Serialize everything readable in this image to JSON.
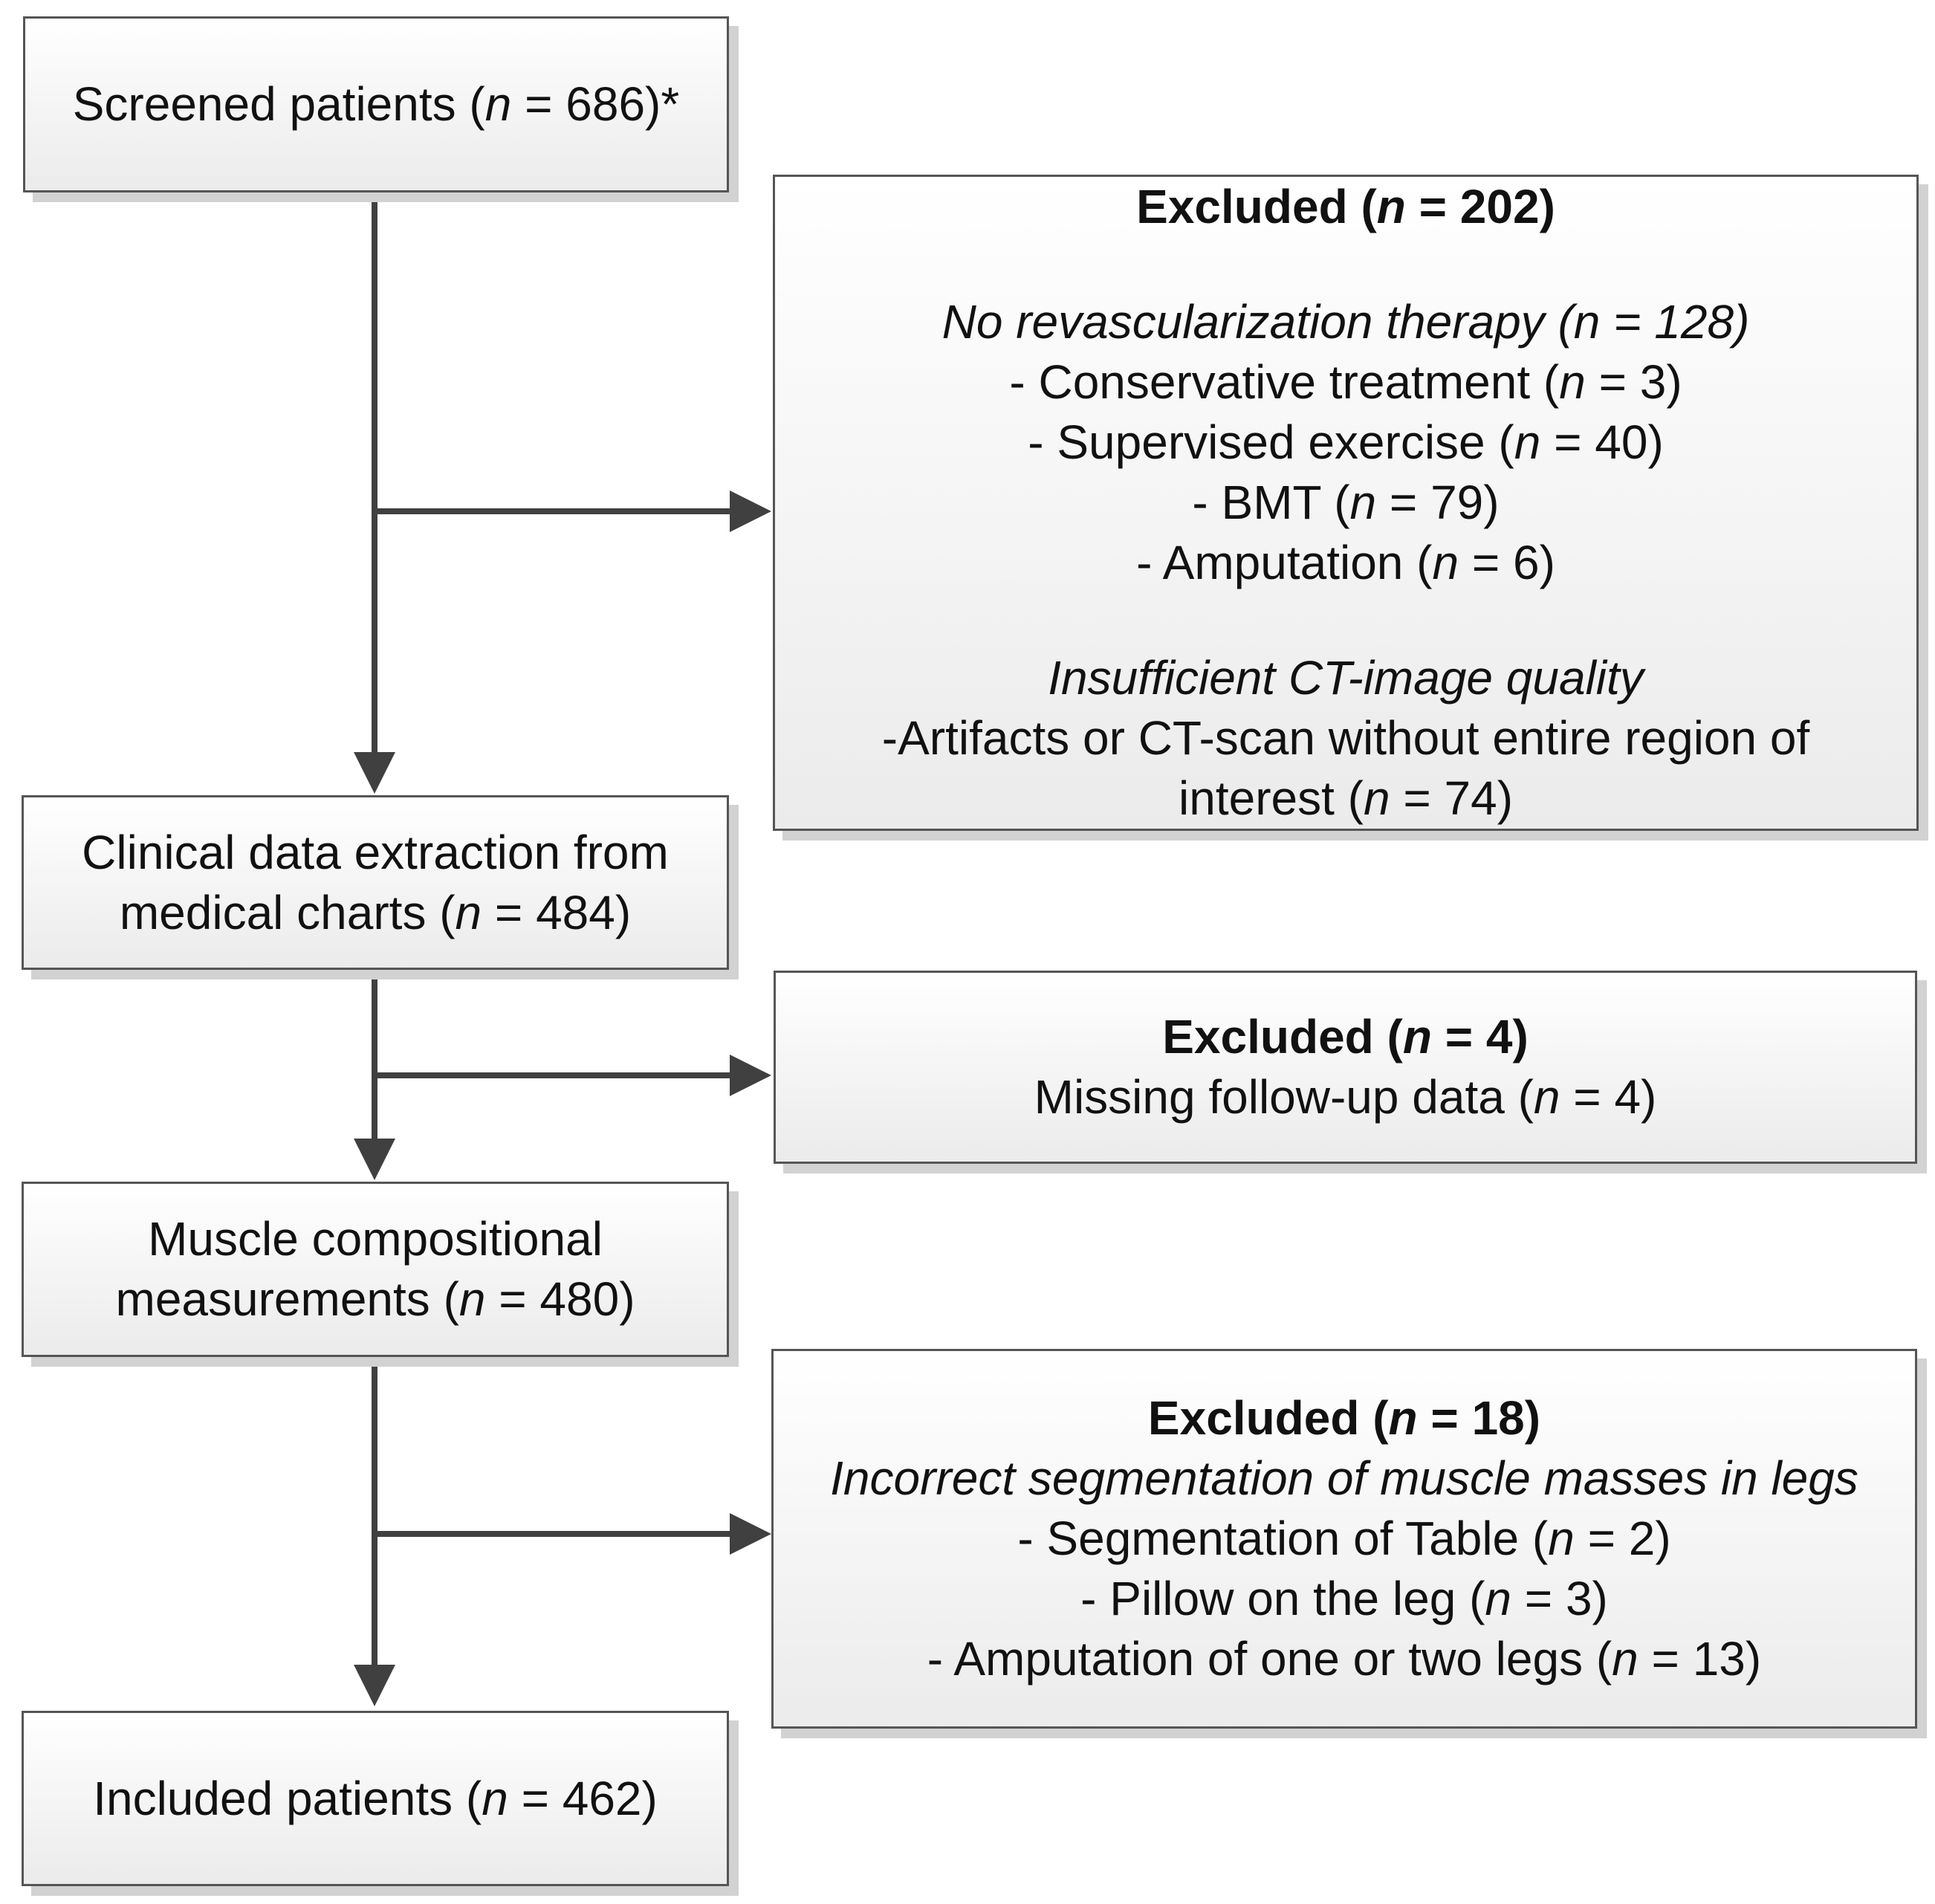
{
  "flow": {
    "screened": {
      "prefix": "Screened patients  (",
      "n_var": "n",
      "suffix": " = 686)*"
    },
    "clinical": {
      "line1": "Clinical data extraction from",
      "line2_prefix": "medical charts (",
      "n_var": "n",
      "line2_suffix": " = 484)"
    },
    "muscle": {
      "line1": "Muscle compositional",
      "line2_prefix": "measurements (",
      "n_var": "n",
      "line2_suffix": " = 480)"
    },
    "included": {
      "prefix": "Included patients (",
      "n_var": "n",
      "suffix": " = 462)"
    }
  },
  "excluded1": {
    "title": {
      "prefix": "Excluded (",
      "n_var": "n",
      "suffix": " = 202)"
    },
    "group1_heading": "No revascularization therapy (n = 128)",
    "items1": [
      {
        "prefix": "- Conservative treatment (",
        "n_var": "n",
        "suffix": " = 3)"
      },
      {
        "prefix": "- Supervised exercise (",
        "n_var": "n",
        "suffix": " = 40)"
      },
      {
        "prefix": "- BMT (",
        "n_var": "n",
        "suffix": " = 79)"
      },
      {
        "prefix": "- Amputation (",
        "n_var": "n",
        "suffix": " = 6)"
      }
    ],
    "group2_heading": "Insufficient CT-image quality",
    "group2_line1": "-Artifacts or CT-scan without entire region of",
    "group2_line2": {
      "prefix": "interest (",
      "n_var": "n",
      "suffix": " = 74)"
    }
  },
  "excluded2": {
    "title": {
      "prefix": "Excluded (",
      "n_var": "n",
      "suffix": " = 4)"
    },
    "reason": {
      "prefix": "Missing follow-up data (",
      "n_var": "n",
      "suffix": " = 4)"
    }
  },
  "excluded3": {
    "title": {
      "prefix": "Excluded (",
      "n_var": "n",
      "suffix": " = 18)"
    },
    "heading": "Incorrect segmentation of muscle masses in legs",
    "items": [
      {
        "prefix": "- Segmentation of Table (",
        "n_var": "n",
        "suffix": " = 2)"
      },
      {
        "prefix": "- Pillow on the leg (",
        "n_var": "n",
        "suffix": " = 3)"
      },
      {
        "prefix": "- Amputation of one or two legs (",
        "n_var": "n",
        "suffix": " = 13)"
      }
    ]
  },
  "colors": {
    "arrow": "#404040",
    "border": "#555555",
    "shadow": "#d2d2d2"
  }
}
